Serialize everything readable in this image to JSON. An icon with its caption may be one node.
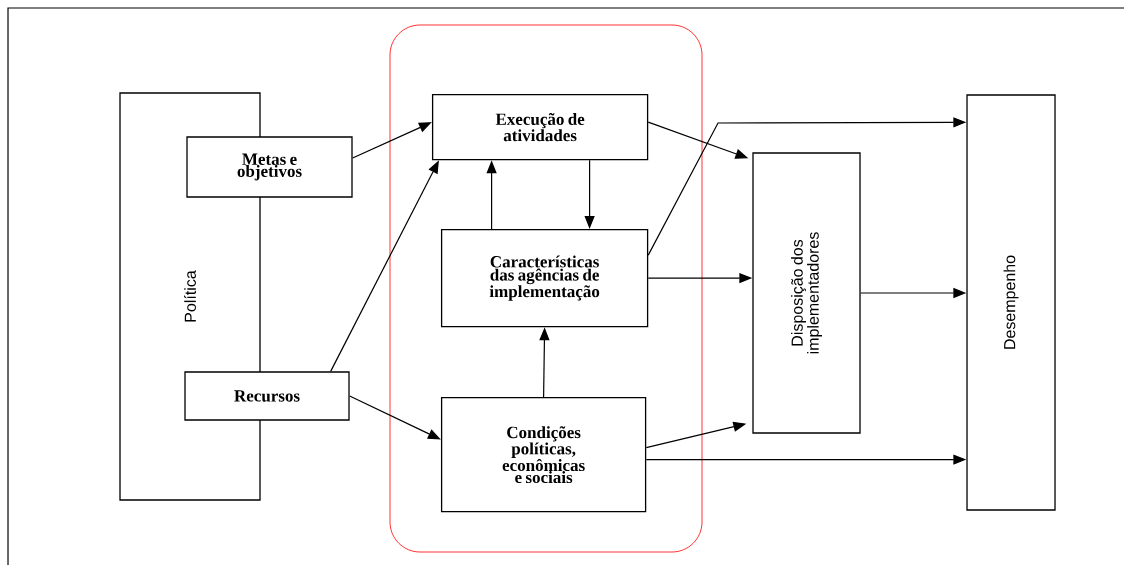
{
  "diagram": {
    "nodes": [
      {
        "text": [
          "Política"
        ]
      },
      {
        "text": [
          "Metas e objetivos"
        ]
      },
      {
        "text": [
          "Recursos"
        ]
      },
      {
        "text": [],
        "shape": "box"
      },
      {
        "text": [
          "Execução de atividades"
        ],
        "in": 3
      },
      {
        "text": [
          "Características das agências de implementação"
        ],
        "in": 3
      },
      {
        "text": [
          "Condições políticas, econômicas e sociais"
        ],
        "in": 3
      },
      {
        "text": [
          "Disposição dos implementadores"
        ]
      },
      {
        "text": [
          "Desempenho"
        ]
      }
    ],
    "edges": [
      {
        "from": 1,
        "to": 4,
        "arrow": "to"
      },
      {
        "from": 2,
        "to": 4,
        "arrow": "to"
      },
      {
        "from": 2,
        "to": 6,
        "arrow": "to"
      },
      {
        "from": 5,
        "to": 4,
        "arrow": "to"
      },
      {
        "from": 4,
        "to": 5,
        "arrow": "to"
      },
      {
        "from": 6,
        "to": 5,
        "arrow": "to"
      },
      {
        "from": 4,
        "to": 7,
        "arrow": "to"
      },
      {
        "from": 5,
        "to": 8,
        "arrow": "to"
      },
      {
        "from": 5,
        "to": 7,
        "arrow": "to"
      },
      {
        "from": 7,
        "to": 8,
        "arrow": "to"
      },
      {
        "from": 6,
        "to": 7,
        "arrow": "to"
      },
      {
        "from": 6,
        "to": 8,
        "arrow": "to"
      }
    ]
  }
}
